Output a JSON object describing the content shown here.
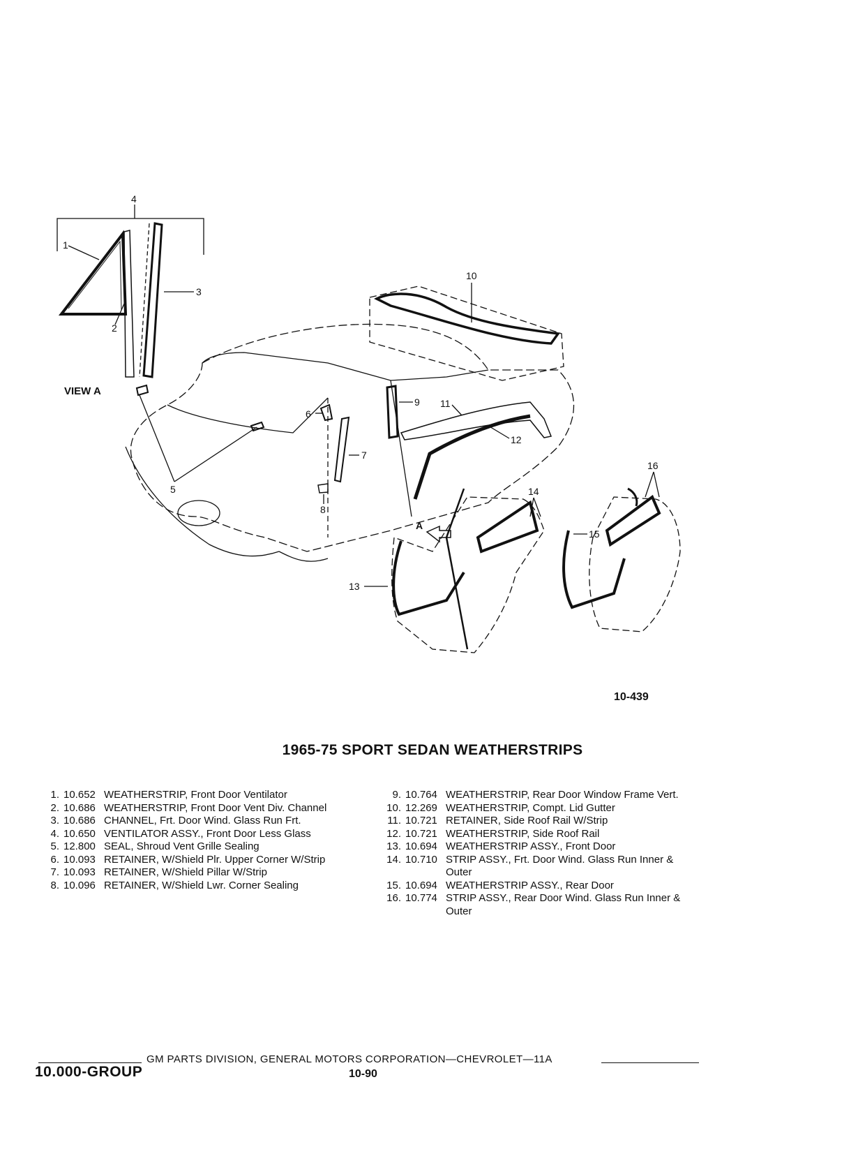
{
  "figure": {
    "view_label": "VIEW A",
    "arrow_label": "A",
    "figure_code": "10-439",
    "callouts": [
      "1",
      "2",
      "3",
      "4",
      "5",
      "6",
      "7",
      "8",
      "9",
      "10",
      "11",
      "12",
      "13",
      "14",
      "15",
      "16"
    ]
  },
  "title": "1965-75 SPORT SEDAN WEATHERSTRIPS",
  "parts_left": [
    {
      "num": "1.",
      "code": "10.652",
      "desc": "WEATHERSTRIP, Front Door Ventilator"
    },
    {
      "num": "2.",
      "code": "10.686",
      "desc": "WEATHERSTRIP, Front Door Vent Div. Channel"
    },
    {
      "num": "3.",
      "code": "10.686",
      "desc": "CHANNEL, Frt. Door Wind. Glass Run Frt."
    },
    {
      "num": "4.",
      "code": "10.650",
      "desc": "VENTILATOR ASSY., Front Door Less Glass"
    },
    {
      "num": "5.",
      "code": "12.800",
      "desc": "SEAL, Shroud Vent Grille Sealing"
    },
    {
      "num": "6.",
      "code": "10.093",
      "desc": "RETAINER, W/Shield Plr. Upper Corner W/Strip"
    },
    {
      "num": "7.",
      "code": "10.093",
      "desc": "RETAINER, W/Shield Pillar W/Strip"
    },
    {
      "num": "8.",
      "code": "10.096",
      "desc": "RETAINER, W/Shield Lwr. Corner Sealing"
    }
  ],
  "parts_right": [
    {
      "num": "9.",
      "code": "10.764",
      "desc": "WEATHERSTRIP, Rear Door Window Frame Vert."
    },
    {
      "num": "10.",
      "code": "12.269",
      "desc": "WEATHERSTRIP, Compt. Lid Gutter"
    },
    {
      "num": "11.",
      "code": "10.721",
      "desc": "RETAINER, Side Roof Rail W/Strip"
    },
    {
      "num": "12.",
      "code": "10.721",
      "desc": "WEATHERSTRIP, Side Roof Rail"
    },
    {
      "num": "13.",
      "code": "10.694",
      "desc": "WEATHERSTRIP ASSY., Front Door"
    },
    {
      "num": "14.",
      "code": "10.710",
      "desc": "STRIP ASSY., Frt. Door Wind. Glass Run Inner & Outer"
    },
    {
      "num": "15.",
      "code": "10.694",
      "desc": "WEATHERSTRIP ASSY., Rear Door"
    },
    {
      "num": "16.",
      "code": "10.774",
      "desc": "STRIP ASSY., Rear Door Wind. Glass Run Inner & Outer"
    }
  ],
  "footer": {
    "publisher": "GM PARTS DIVISION, GENERAL MOTORS CORPORATION—CHEVROLET—11A",
    "group": "10.000-GROUP",
    "page": "10-90"
  }
}
